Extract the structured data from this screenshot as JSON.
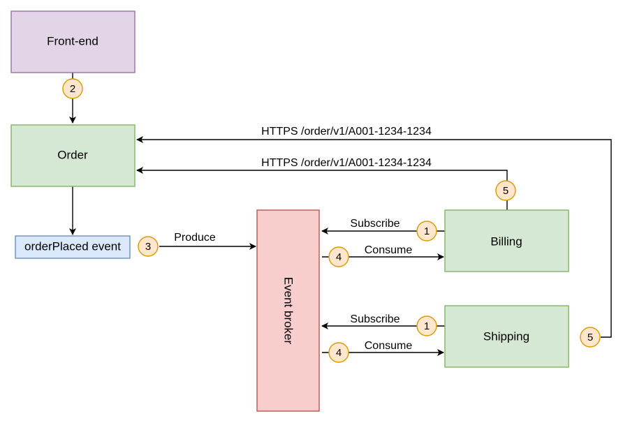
{
  "colors": {
    "purple_fill": "#e1d5e7",
    "purple_stroke": "#9673a6",
    "green_fill": "#d5e8d4",
    "green_stroke": "#82b366",
    "blue_fill": "#dae8fc",
    "blue_stroke": "#6c8ebf",
    "red_fill": "#f8cecc",
    "red_stroke": "#b85450",
    "badge_fill": "#ffe6cc",
    "badge_stroke": "#d79b00",
    "line": "#000000"
  },
  "nodes": {
    "frontend": "Front-end",
    "order": "Order",
    "event": "orderPlaced event",
    "broker": "Event broker",
    "billing": "Billing",
    "shipping": "Shipping"
  },
  "edges": {
    "shipping_to_order": "HTTPS /order/v1/A001-1234-1234",
    "billing_to_order": "HTTPS /order/v1/A001-1234-1234",
    "produce": "Produce",
    "billing_subscribe": "Subscribe",
    "billing_consume": "Consume",
    "shipping_subscribe": "Subscribe",
    "shipping_consume": "Consume"
  },
  "steps": {
    "frontend_order": "2",
    "produce": "3",
    "billing_subscribe": "1",
    "billing_consume": "4",
    "billing_http": "5",
    "shipping_subscribe": "1",
    "shipping_consume": "4",
    "shipping_http": "5"
  }
}
